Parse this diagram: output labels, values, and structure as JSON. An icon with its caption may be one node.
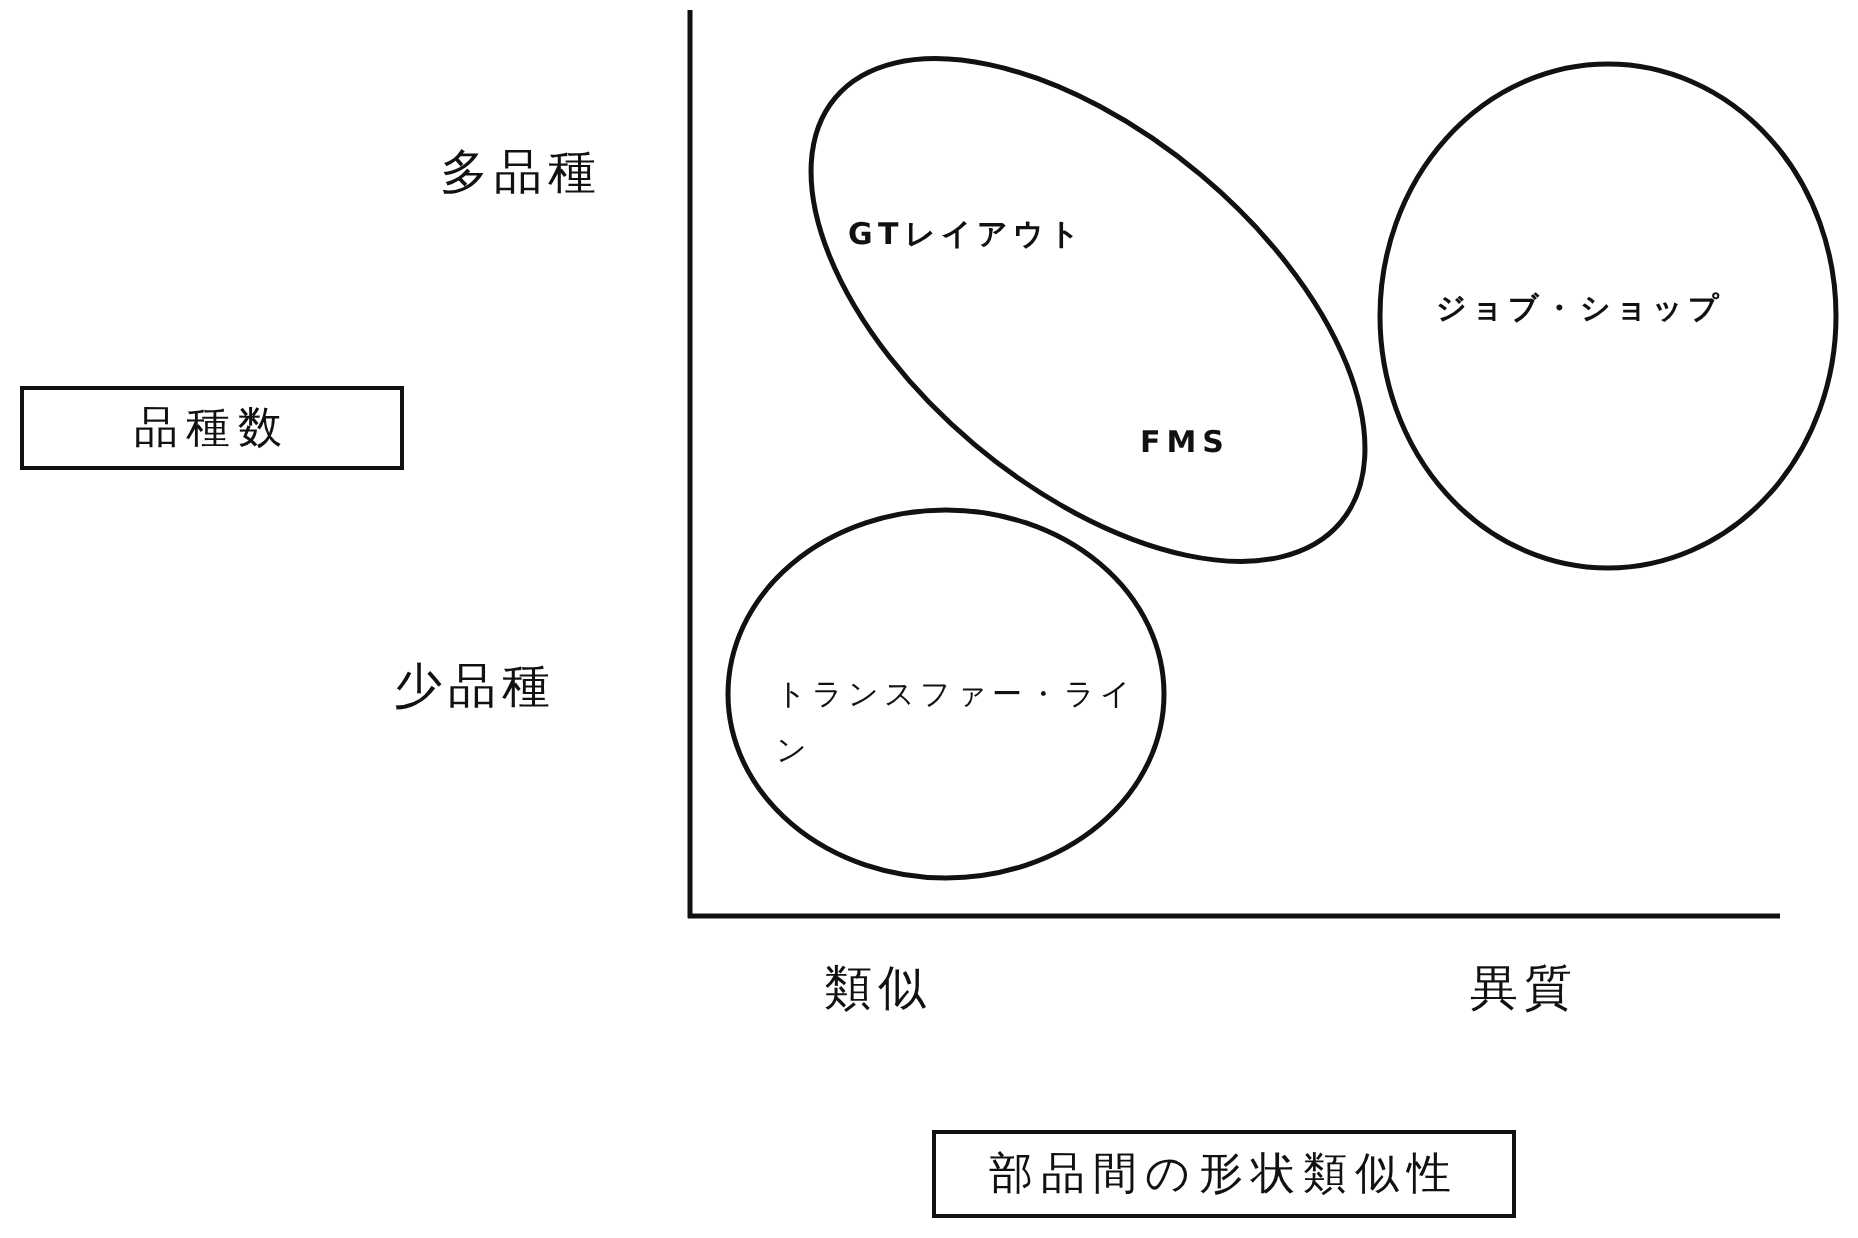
{
  "diagram": {
    "nodes": [
      {
        "text": [
          "品種数"
        ]
      },
      {
        "text": [
          "GTレイアウト",
          "FMS"
        ]
      },
      {
        "text": [
          "ジョブ・ショップ"
        ]
      },
      {
        "text": [
          "トランスファー・ライン"
        ]
      },
      {
        "text": [
          "部品間の形状類似性"
        ]
      }
    ],
    "edges": [],
    "labels": [
      "多品種",
      "少品種",
      "類似",
      "異質"
    ]
  }
}
